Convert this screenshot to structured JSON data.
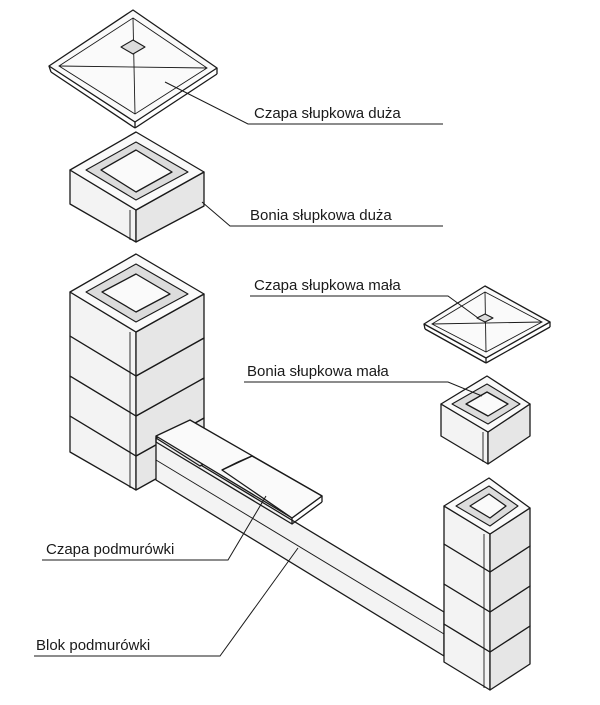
{
  "labels": {
    "czapa_slupkowa_duza": "Czapa słupkowa duża",
    "bonia_slupkowa_duza": "Bonia słupkowa duża",
    "czapa_slupkowa_mala": "Czapa słupkowa mała",
    "bonia_slupkowa_mala": "Bonia słupkowa mała",
    "czapa_podmurowki": "Czapa podmurówki",
    "blok_podmurowki": "Blok podmurówki"
  },
  "colors": {
    "line": "#1a1a1a",
    "background": "#ffffff"
  }
}
